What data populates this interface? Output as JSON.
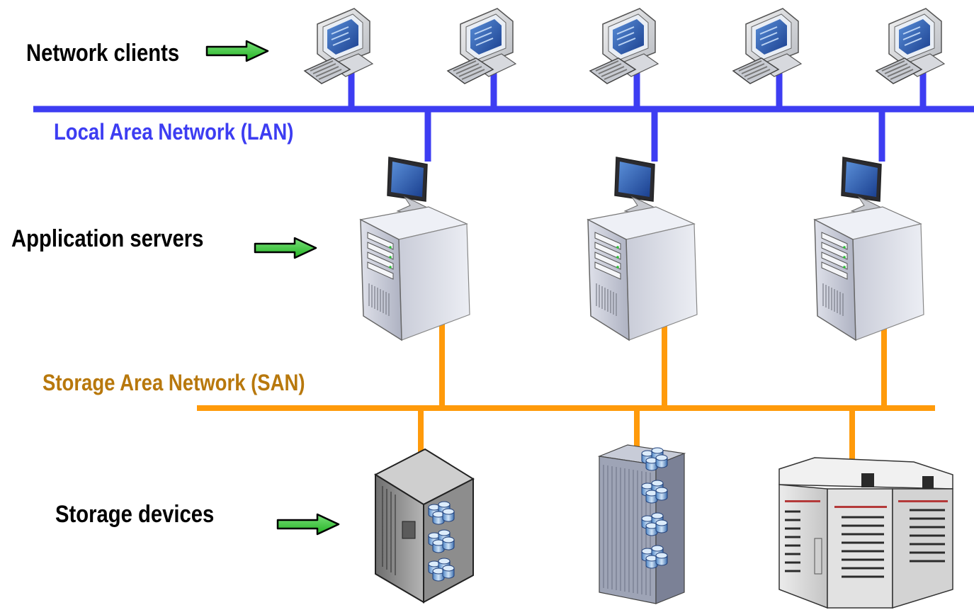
{
  "rows": {
    "clients_label": "Network clients",
    "servers_label": "Application servers",
    "storage_label": "Storage devices"
  },
  "networks": {
    "lan_label": "Local Area Network (LAN)",
    "san_label": "Storage Area Network (SAN)"
  },
  "colors": {
    "lan": "#3d3df2",
    "san": "#ff9a0a",
    "san_label": "#b8780c",
    "arrow": "#33cc33"
  },
  "icons": {
    "client": "desktop-computer-icon",
    "server": "tower-server-icon",
    "storage": [
      "rack-storage-icon",
      "disk-array-icon",
      "mainframe-storage-icon"
    ],
    "arrow": "right-arrow-icon"
  }
}
